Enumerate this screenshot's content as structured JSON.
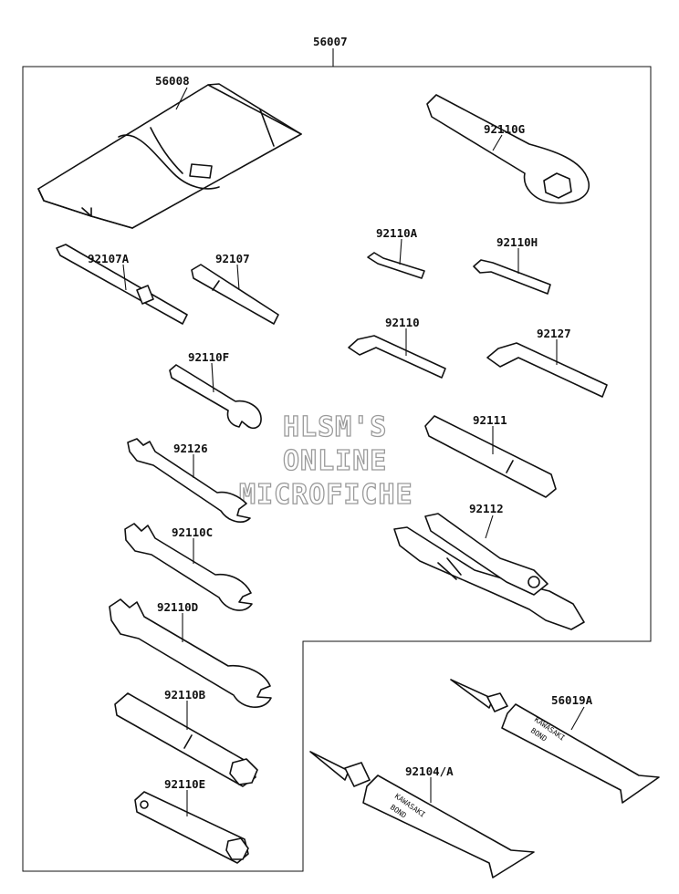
{
  "diagram": {
    "assembly_label": "56007",
    "watermark": [
      "HLSM'S",
      "ONLINE",
      "MICROFICHE"
    ],
    "tube_texts": [
      "KAWASAKI",
      "BOND"
    ],
    "parts": [
      {
        "id": "tool-bag",
        "label": "56008"
      },
      {
        "id": "ring-wrench",
        "label": "92110G"
      },
      {
        "id": "screwdriver-bit-double",
        "label": "92107A"
      },
      {
        "id": "screwdriver",
        "label": "92107"
      },
      {
        "id": "hex-key-small",
        "label": "92110A"
      },
      {
        "id": "hex-key-small-2",
        "label": "92110H"
      },
      {
        "id": "hex-key-medium",
        "label": "92110"
      },
      {
        "id": "hex-key-large",
        "label": "92127"
      },
      {
        "id": "single-wrench",
        "label": "92110F"
      },
      {
        "id": "handle-bar",
        "label": "92111"
      },
      {
        "id": "open-wrench-small",
        "label": "92126"
      },
      {
        "id": "pliers",
        "label": "92112"
      },
      {
        "id": "open-wrench-medium",
        "label": "92110C"
      },
      {
        "id": "open-wrench-large",
        "label": "92110D"
      },
      {
        "id": "spark-plug-wrench",
        "label": "92110B"
      },
      {
        "id": "box-socket-wrench",
        "label": "92110E"
      },
      {
        "id": "bond-tube-small",
        "label": "56019A"
      },
      {
        "id": "bond-tube-large",
        "label": "92104/A"
      }
    ]
  }
}
